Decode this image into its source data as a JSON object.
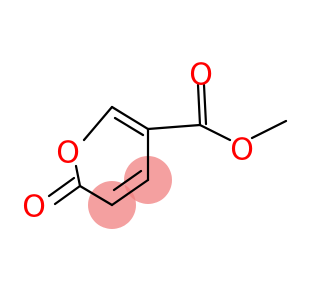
{
  "molecule": {
    "atoms": [
      {
        "id": "o-ring",
        "symbol": "O",
        "color": "#ff0000"
      },
      {
        "id": "o-carbonyl-ring",
        "symbol": "O",
        "color": "#ff0000"
      },
      {
        "id": "o-carbonyl-ester",
        "symbol": "O",
        "color": "#ff0000"
      },
      {
        "id": "o-ester-bridge",
        "symbol": "O",
        "color": "#ff0000"
      }
    ],
    "highlight": {
      "color": "#f08080",
      "atoms": [
        "C3",
        "C4"
      ]
    }
  }
}
